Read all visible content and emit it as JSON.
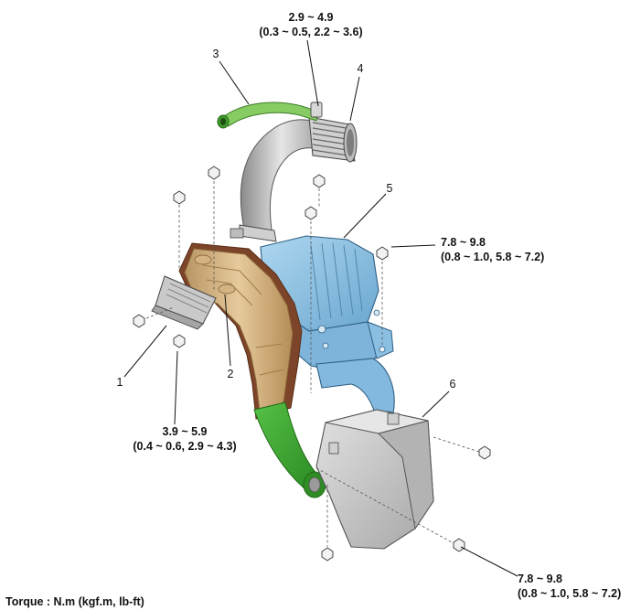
{
  "part_numbers": {
    "p1": "1",
    "p2": "2",
    "p3": "3",
    "p4": "4",
    "p5": "5",
    "p6": "6"
  },
  "torque_specs": {
    "hose_clamp": {
      "line1": "2.9 ~ 4.9",
      "line2": "(0.3 ~ 0.5, 2.2 ~ 3.6)"
    },
    "bracket_bolt": {
      "line1": "3.9 ~ 5.9",
      "line2": "(0.4 ~ 0.6, 2.9 ~ 4.3)"
    },
    "cleaner_bolt": {
      "line1": "7.8 ~ 9.8",
      "line2": "(0.8 ~ 1.0, 5.8 ~ 7.2)"
    },
    "resonator_bolt": {
      "line1": "7.8 ~ 9.8",
      "line2": "(0.8 ~ 1.0, 5.8 ~ 7.2)"
    }
  },
  "footer": {
    "torque_unit": "Torque : N.m (kgf.m, lb-ft)"
  },
  "colors": {
    "air_cleaner_body": "#8fc3e4",
    "air_cleaner_shade": "#5f97be",
    "intake_duct": "#d9b98a",
    "intake_duct_shade": "#a98552",
    "intake_duct_seal": "#8a4b2a",
    "green_duct": "#3aa52e",
    "breather_hose": "#7fc75a",
    "resonator": "#c8c8c8",
    "resonator_shade": "#9a9a9a",
    "air_hose": "#b9b9b9",
    "air_hose_shade": "#8a8a8a",
    "bracket": "#b5b5b5"
  }
}
